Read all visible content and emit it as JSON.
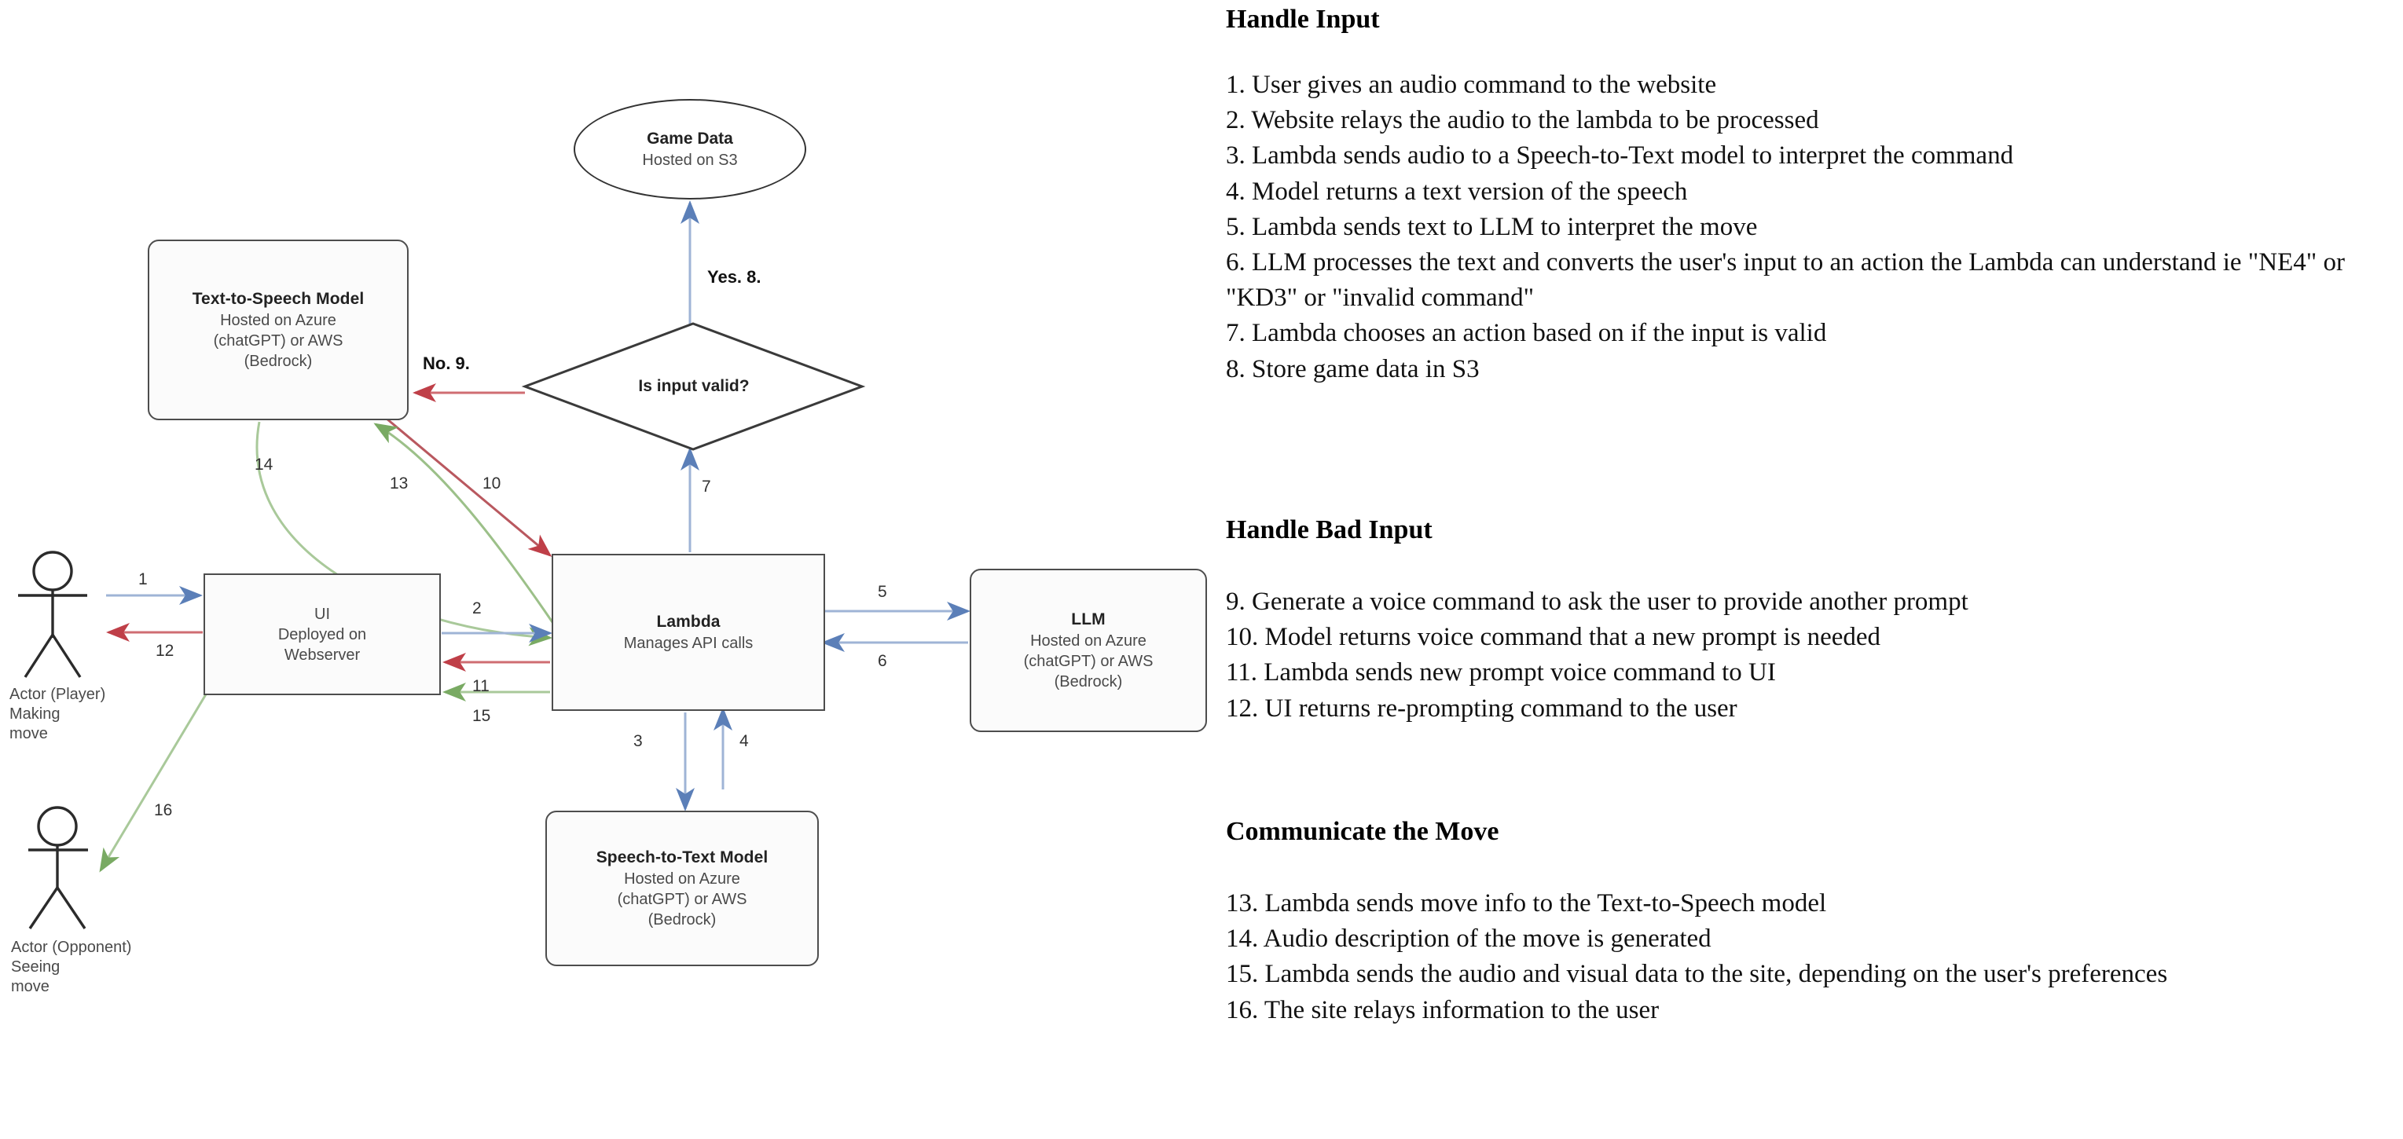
{
  "diagram": {
    "nodes": {
      "game_data": {
        "title": "Game Data",
        "sub": "Hosted on S3"
      },
      "decision": {
        "label": "Is input valid?"
      },
      "tts": {
        "title": "Text-to-Speech Model",
        "line1": "Hosted on Azure",
        "line2": "(chatGPT) or AWS",
        "line3": "(Bedrock)"
      },
      "ui": {
        "title": "UI",
        "line1": "Deployed on",
        "line2": "Webserver"
      },
      "lambda": {
        "title": "Lambda",
        "sub": "Manages API calls"
      },
      "llm": {
        "title": "LLM",
        "line1": "Hosted on Azure",
        "line2": "(chatGPT) or AWS",
        "line3": "(Bedrock)"
      },
      "stt": {
        "title": "Speech-to-Text Model",
        "line1": "Hosted on Azure",
        "line2": "(chatGPT) or AWS",
        "line3": "(Bedrock)"
      }
    },
    "actors": {
      "player": {
        "line1": "Actor  (Player)",
        "line2": "Making",
        "line3": "move"
      },
      "opponent": {
        "line1": "Actor  (Opponent)",
        "line2": "Seeing",
        "line3": "move"
      }
    },
    "edge_labels": {
      "e1": "1",
      "e2": "2",
      "e3": "3",
      "e4": "4",
      "e5": "5",
      "e6": "6",
      "e7": "7",
      "e8": "Yes. 8.",
      "e9": "No. 9.",
      "e10": "10",
      "e11": "11",
      "e12": "12",
      "e13": "13",
      "e14": "14",
      "e15": "15",
      "e16": "16"
    },
    "colors": {
      "blue": "#6b8ec4",
      "red": "#c0504d",
      "green": "#8bb77a",
      "outline": "#4d4d4d"
    }
  },
  "text": {
    "sections": [
      {
        "heading": "Handle Input",
        "steps": [
          "1. User gives an audio command to the website",
          "2. Website relays the audio to the lambda to be processed",
          "3. Lambda sends audio to a Speech-to-Text model to interpret the command",
          "4. Model returns a text version of the speech",
          "5. Lambda sends text to LLM to interpret the move",
          "6. LLM processes the text and converts the user's input to an action the Lambda can understand ie \"NE4\" or \"KD3\" or \"invalid command\"",
          "7. Lambda chooses an action based on if the input is valid",
          "8. Store game data in S3"
        ]
      },
      {
        "heading": "Handle Bad Input",
        "steps": [
          "9. Generate a voice command to ask the user to provide another prompt",
          "10. Model returns voice command that a new prompt is needed",
          "11. Lambda sends new prompt voice command to UI",
          "12. UI returns re-prompting command to the user"
        ]
      },
      {
        "heading": "Communicate the Move",
        "steps": [
          "13. Lambda sends move info to the Text-to-Speech model",
          "14. Audio description of the move is generated",
          "15. Lambda sends the audio and visual data to the site, depending on the user's preferences",
          "16. The site relays information to the user"
        ]
      }
    ]
  }
}
